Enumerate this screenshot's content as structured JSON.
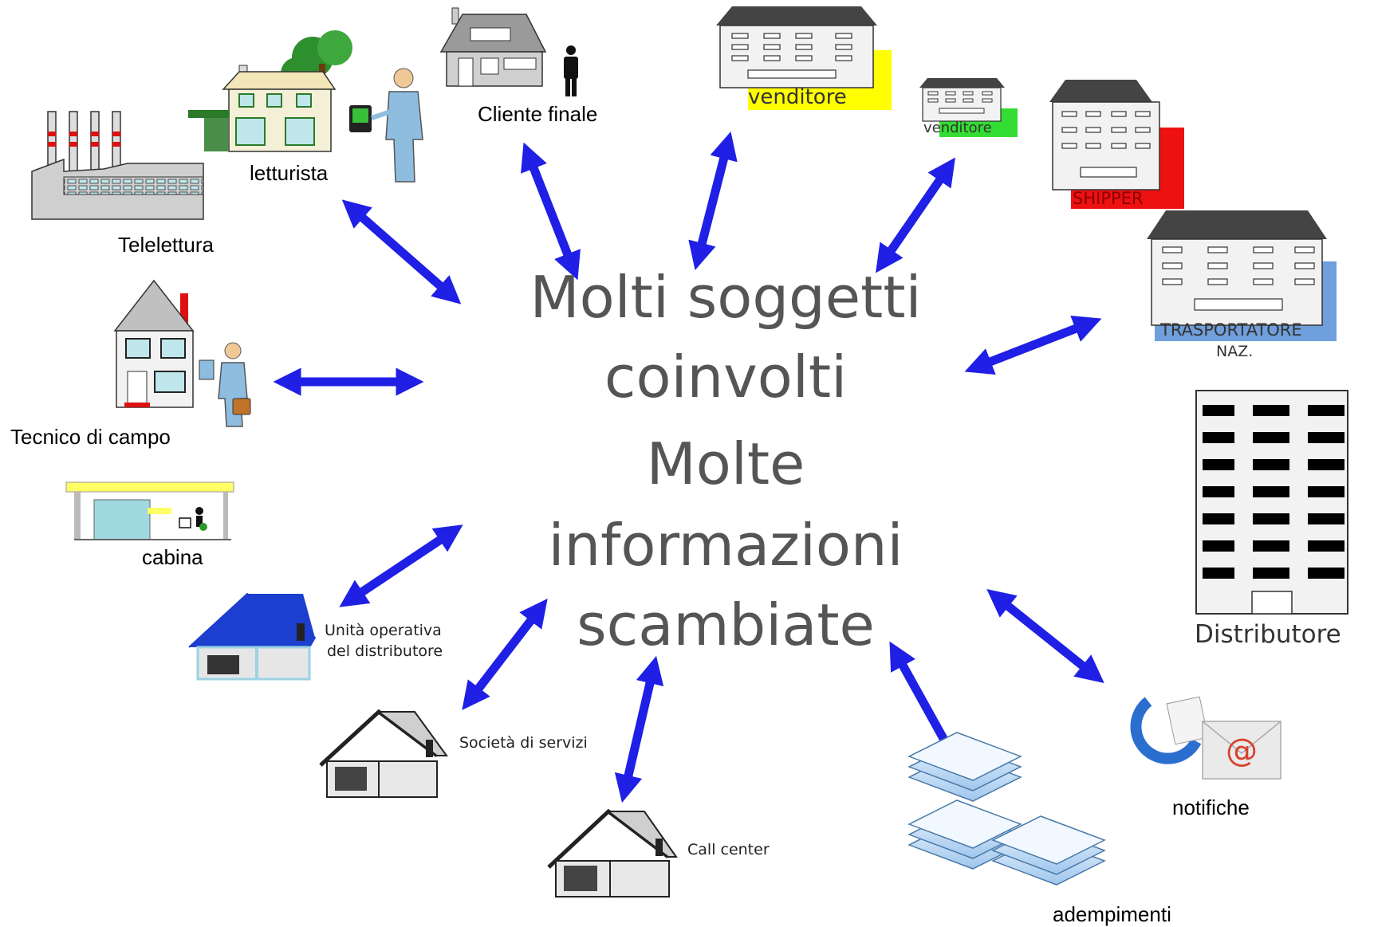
{
  "center_text": {
    "line1": "Molti  soggetti",
    "line2": "coinvolti",
    "line3": "Molte",
    "line4": "informazioni",
    "line5": "scambiate"
  },
  "actors": {
    "cliente_finale": "Cliente finale",
    "letturista": "letturista",
    "telelettura": "Telelettura",
    "tecnico_di_campo": "Tecnico di campo",
    "cabina": "cabina",
    "unita_operativa_line1": "Unità operativa",
    "unita_operativa_line2": "del distributore",
    "societa_di_servizi": "Società di servizi",
    "call_center": "Call center",
    "venditore_large": "venditore",
    "venditore_small": "venditore",
    "shipper": "SHIPPER",
    "trasportatore_line1": "TRASPORTATORE",
    "trasportatore_line2": "NAZ.",
    "distributore": "Distributore",
    "notifiche": "notifiche",
    "adempimenti": "adempimenti"
  },
  "colors": {
    "arrow": "#1f1fe6",
    "center_text": "#555555",
    "venditore_large_tag": "#ffff00",
    "venditore_small_tag": "#33dd33",
    "shipper_tag": "#ee1111",
    "trasportatore_tag": "#6f9fdc",
    "unita_operativa_roof": "#1c3fd0"
  }
}
